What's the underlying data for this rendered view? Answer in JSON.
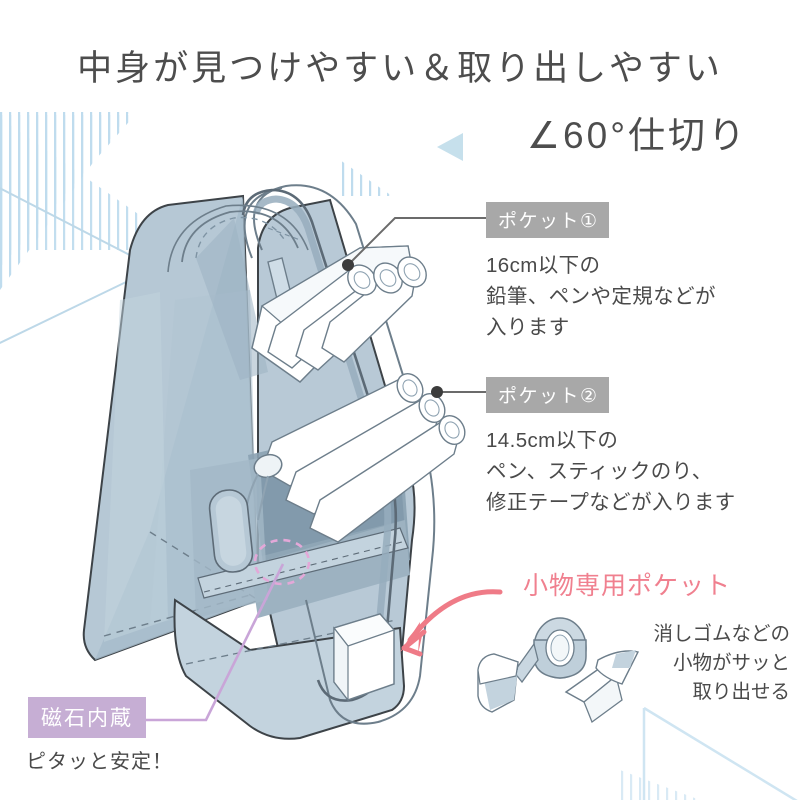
{
  "headline": {
    "line1": "中身が見つけやすい＆取り出しやすい",
    "line2": "∠60°仕切り"
  },
  "callouts": {
    "pocket1": {
      "badge": "ポケット①",
      "description": "16cm以下の\n鉛筆、ペンや定規などが\n入ります"
    },
    "pocket2": {
      "badge": "ポケット②",
      "description": "14.5cm以下の\nペン、スティックのり、\n修正テープなどが入ります"
    },
    "small_goods": {
      "label": "小物専用ポケット",
      "description": "消しゴムなどの\n小物がサッと\n取り出せる"
    },
    "magnet": {
      "badge": "磁石内蔵",
      "caption": "ピタッと安定！"
    }
  },
  "colors": {
    "badge_gray": "#a8a8a8",
    "badge_purple": "#c6aed4",
    "pink_accent": "#f0808f",
    "text_dark": "#4a4a4a",
    "case_body": "#b7c9d6",
    "case_body_dark": "#9fb5c4",
    "case_shadow": "#8ea5b5",
    "deco_blue": "#cfe2ee",
    "line_gray": "#6b6b6b",
    "magnet_line": "#c9a5d8"
  },
  "icons": {
    "angle_marker": "left-triangle-icon",
    "deco_striped": "striped-triangle-icon",
    "deco_outline": "outline-triangle-icon",
    "pink_arrow": "curved-arrow-icon"
  },
  "illustration": {
    "product": "triangular-pencil-case",
    "accessories": [
      "eraser",
      "masking-tape-roll",
      "correction-tape"
    ],
    "pencils_pocket1": 3,
    "pencils_pocket2": 3
  }
}
